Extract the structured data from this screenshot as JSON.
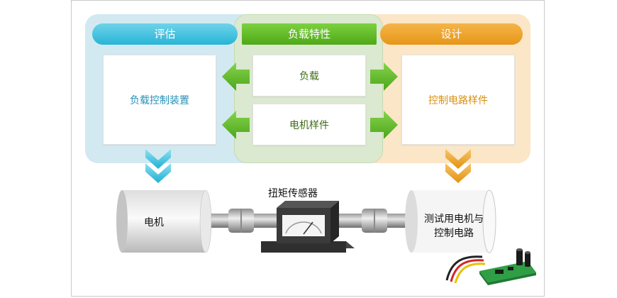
{
  "panels": {
    "eval": {
      "title": "评估",
      "card": "负载控制装置",
      "color": "#27b5d6"
    },
    "load": {
      "title": "负载特性",
      "cards": [
        "负载",
        "电机样件"
      ],
      "color": "#4fa818"
    },
    "design": {
      "title": "设计",
      "card": "控制电路样件",
      "color": "#e69717"
    }
  },
  "bench": {
    "motor_label": "电机",
    "sensor_label": "扭矩传感器",
    "test_label_line1": "测试用电机与",
    "test_label_line2": "控制电路"
  }
}
